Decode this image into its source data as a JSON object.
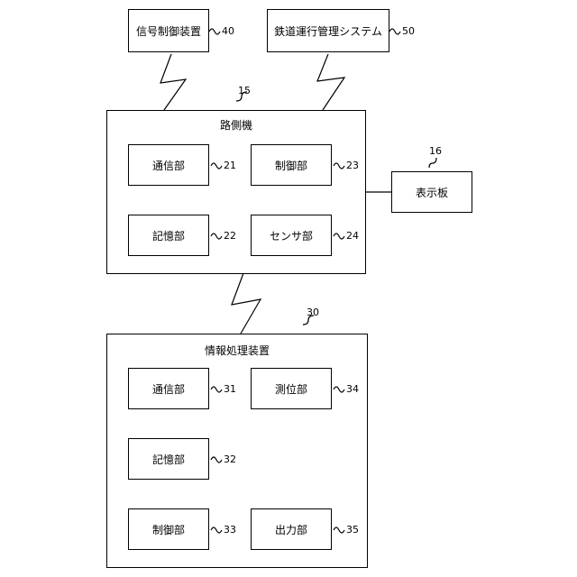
{
  "signal_control": {
    "label": "信号制御装置",
    "ref": "40"
  },
  "railway_mgmt": {
    "label": "鉄道運行管理システム",
    "ref": "50"
  },
  "wayside_unit": {
    "title": "路側機",
    "ref": "15",
    "comm": {
      "label": "通信部",
      "ref": "21"
    },
    "storage": {
      "label": "記憶部",
      "ref": "22"
    },
    "control": {
      "label": "制御部",
      "ref": "23"
    },
    "sensor": {
      "label": "センサ部",
      "ref": "24"
    }
  },
  "display_board": {
    "label": "表示板",
    "ref": "16"
  },
  "info_device": {
    "title": "情報処理装置",
    "ref": "30",
    "comm": {
      "label": "通信部",
      "ref": "31"
    },
    "storage": {
      "label": "記憶部",
      "ref": "32"
    },
    "control": {
      "label": "制御部",
      "ref": "33"
    },
    "positioning": {
      "label": "測位部",
      "ref": "34"
    },
    "output": {
      "label": "出力部",
      "ref": "35"
    }
  }
}
